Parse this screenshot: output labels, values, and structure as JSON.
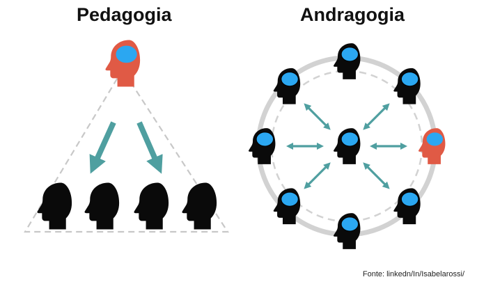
{
  "pedagogia": {
    "title": "Pedagogia",
    "teacher_icon": "teacher-head-icon",
    "student_icon": "student-head-icon",
    "student_count": 4
  },
  "andragogia": {
    "title": "Andragogia",
    "outer_icon": "learner-head-icon",
    "facilitator_icon": "facilitator-head-icon",
    "center_icon": "center-head-icon",
    "outer_count": 8
  },
  "source": "Fonte: linkedn/In/Isabelarossi/",
  "colors": {
    "head_black": "#0a0a0a",
    "brain_blue": "#2ba7f1",
    "head_red": "#e05a45",
    "arrow_teal": "#4f9fa0",
    "guide_gray": "#c8c8c8"
  }
}
